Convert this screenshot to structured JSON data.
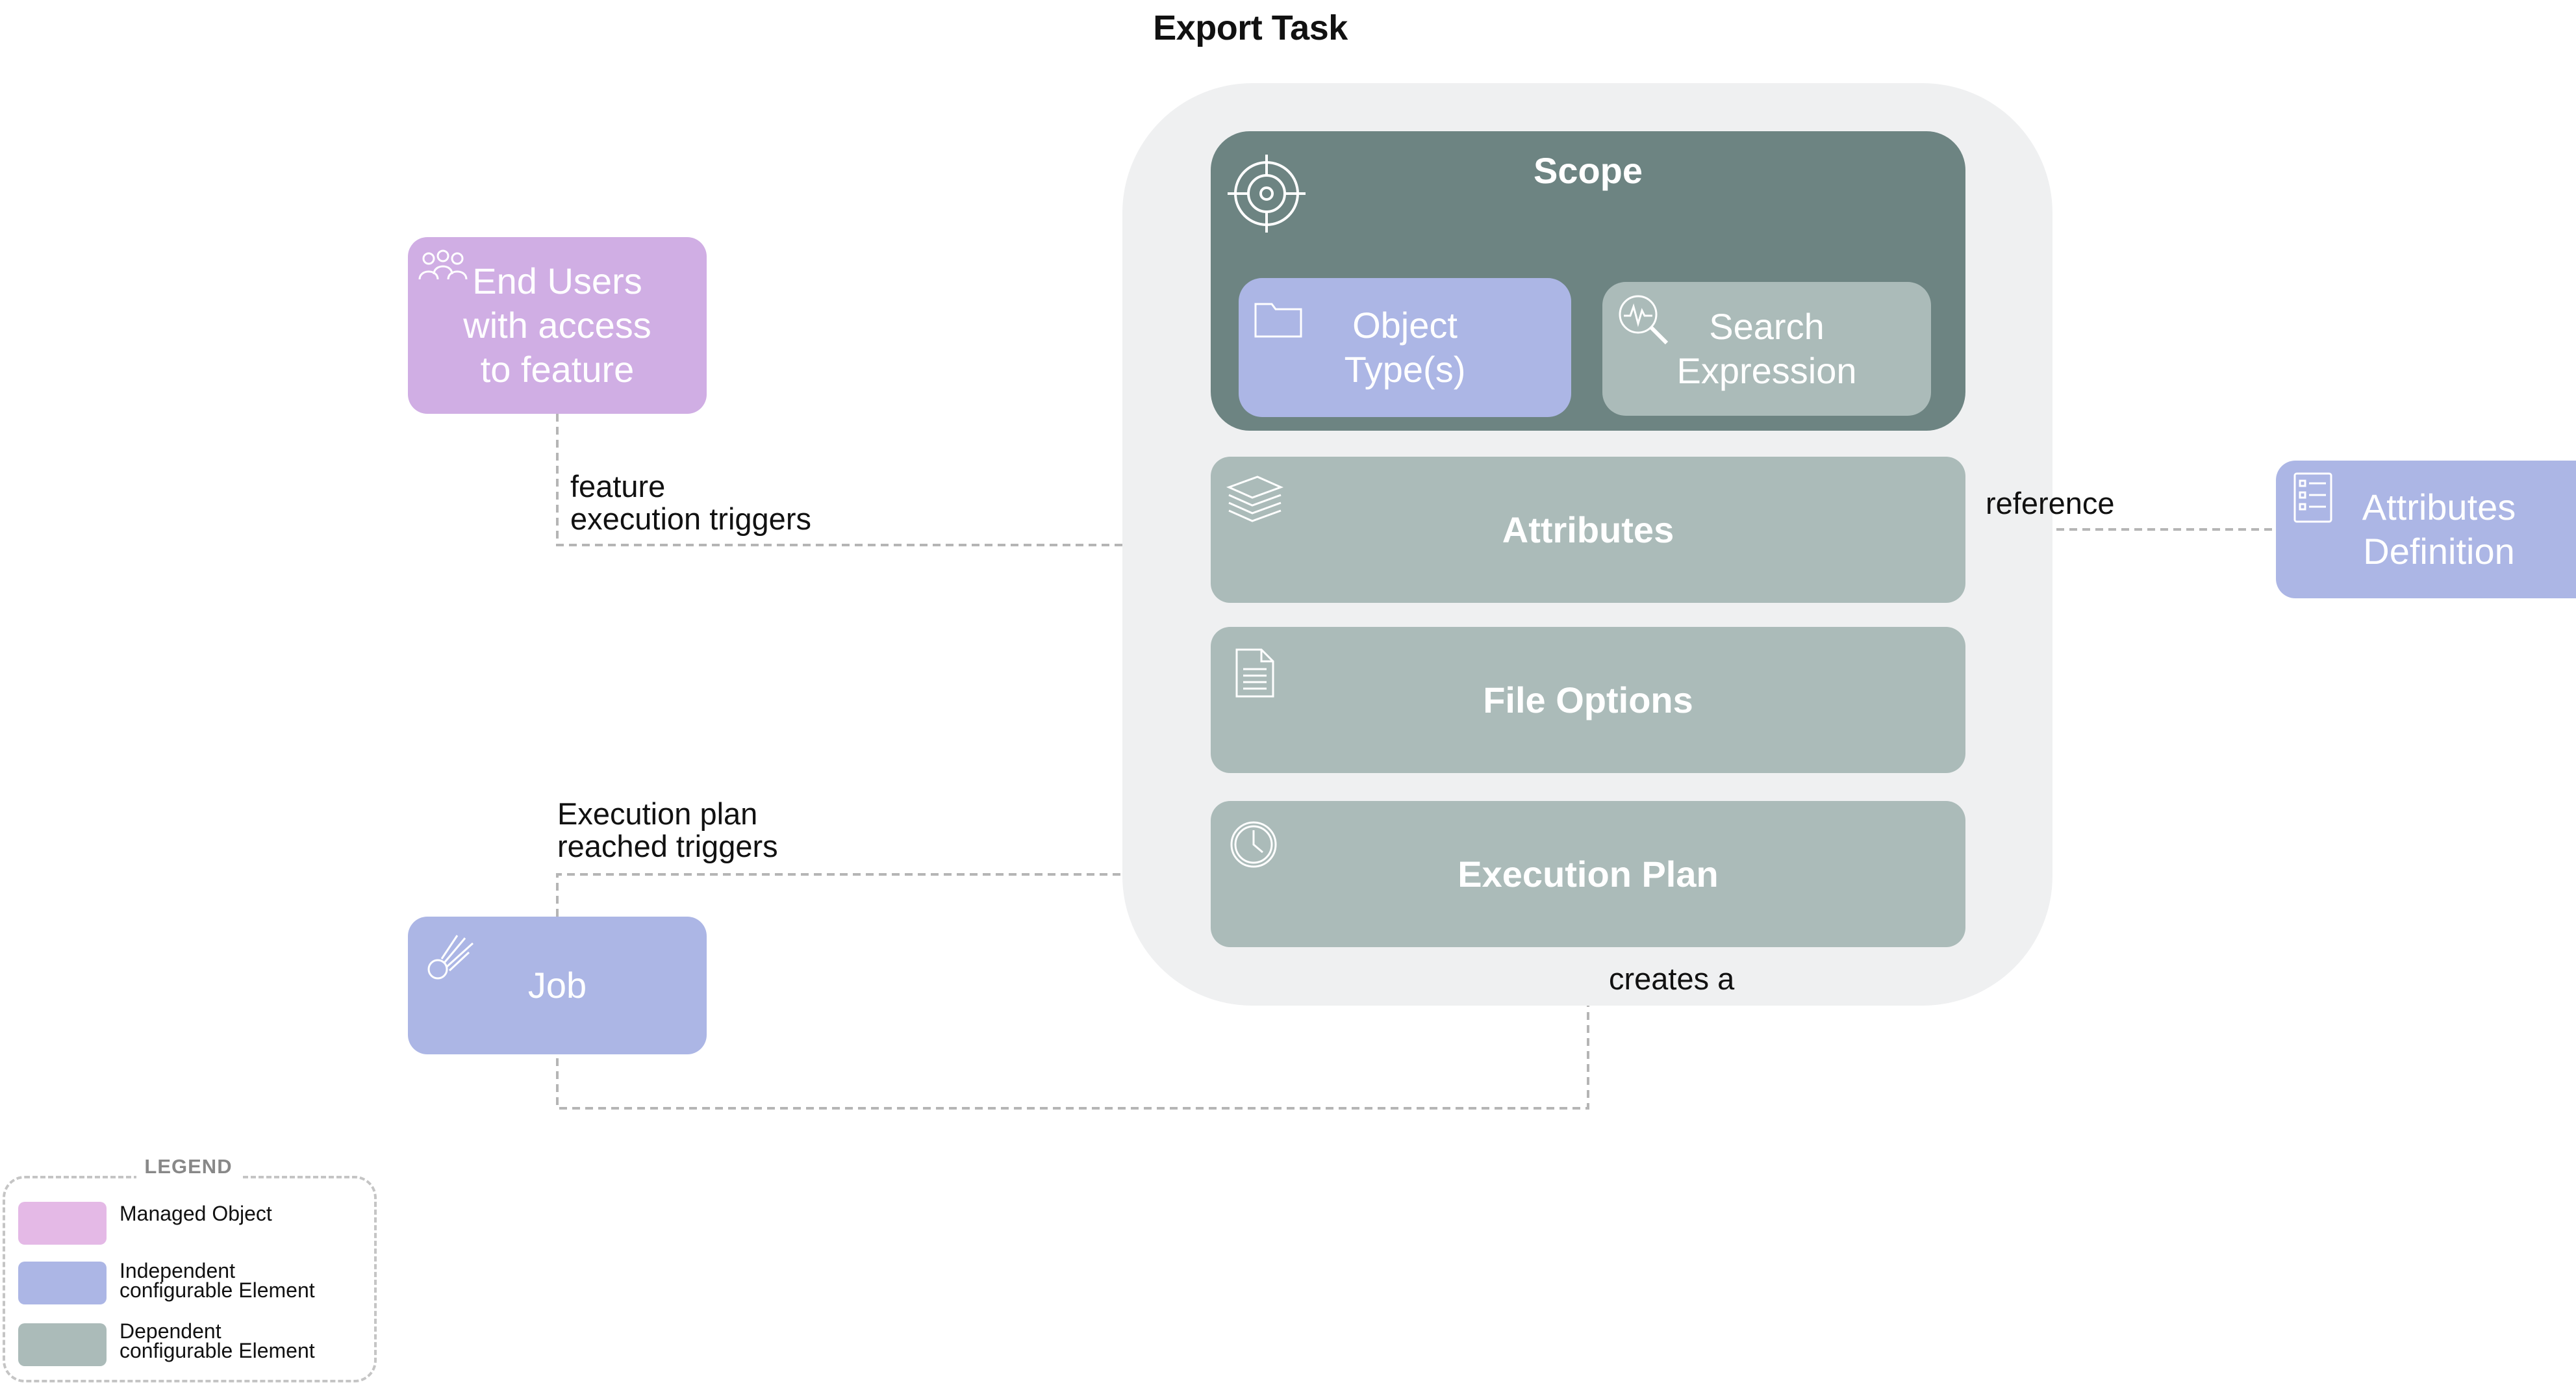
{
  "diagram": {
    "title": "Export Task"
  },
  "nodes": {
    "scope": {
      "title": "Scope",
      "icon": "target-icon"
    },
    "object_types": {
      "label": "Object\nType(s)",
      "icon": "folder-icon"
    },
    "search_expression": {
      "label": "Search\nExpression",
      "icon": "search-expression-icon"
    },
    "attributes": {
      "label": "Attributes",
      "icon": "layers-icon"
    },
    "file_options": {
      "label": "File Options",
      "icon": "document-icon"
    },
    "execution_plan": {
      "label": "Execution Plan",
      "icon": "clock-icon"
    },
    "end_users": {
      "label": "End Users\nwith access\nto feature",
      "icon": "users-icon"
    },
    "job": {
      "label": "Job",
      "icon": "comet-icon"
    },
    "attributes_definition": {
      "label": "Attributes\nDefinition",
      "icon": "checklist-icon"
    }
  },
  "connections": {
    "feature_triggers": "feature\nexecution triggers",
    "reference": "reference",
    "plan_triggers": "Execution plan\nreached triggers",
    "creates": "creates a"
  },
  "legend": {
    "title": "LEGEND",
    "items": [
      {
        "label": "Managed Object",
        "color": "#e4b9e6"
      },
      {
        "label": "Independent\nconfigurable Element",
        "color": "#acb6e5"
      },
      {
        "label": "Dependent\nconfigurable Element",
        "color": "#abbbb9"
      }
    ]
  },
  "colors": {
    "managed_object": "#d0aee4",
    "independent_element": "#acb6e5",
    "dependent_element": "#abbbb9",
    "scope_background": "#6d8482",
    "container_background": "#eff0f1",
    "connector": "#b5b5b5"
  }
}
